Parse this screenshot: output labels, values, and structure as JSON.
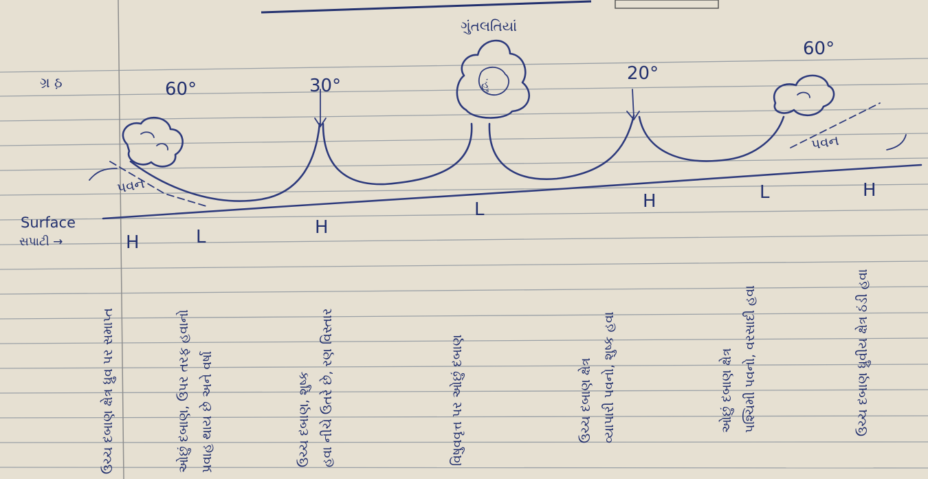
{
  "diagram": {
    "top_label": "ગુંતલતિયાં",
    "corner_label": "ગ્ર ઠ઼",
    "surface_label": "Surface",
    "surface_sub": "સપાટી →",
    "cloud_label": "હું",
    "latitudes": [
      "60°",
      "30°",
      "20°",
      "60°"
    ],
    "wind_left": "પવન",
    "wind_right": "પવન",
    "pressure_marks": [
      "H",
      "L",
      "H",
      "L",
      "H",
      "L",
      "H"
    ]
  },
  "columns": [
    {
      "lines": [
        "ઉચ્ચ દબાણ ક્ષેત્ર ધ્રુવ પર સમાપ્ત"
      ]
    },
    {
      "lines": [
        "ઓછું દબાણ, ઉપર તરફ હવાનો",
        "પ્રવાહ થાય છે અને વર્ષા"
      ]
    },
    {
      "lines": [
        "ઉચ્ચ દબાણ, શુષ્ક",
        "હવા નીચે ઉતરે છે, રણ વિસ્તાર"
      ]
    },
    {
      "lines": [
        "વિષુવવૃત્ત પર ઓછું દબાણ"
      ]
    },
    {
      "lines": [
        "ઉચ્ચ દબાણ ક્ષેત્ર",
        "વ્યાપારી પવનો, શુષ્ક હવા"
      ]
    },
    {
      "lines": [
        "ઓછું દબાણ ક્ષેત્ર",
        "પશ્ચિમી પવનો, વરસાદી હવા"
      ]
    },
    {
      "lines": [
        "ઉચ્ચ દબાણ ધ્રુવીય ક્ષેત્ર ઠંડી હવા"
      ]
    }
  ]
}
